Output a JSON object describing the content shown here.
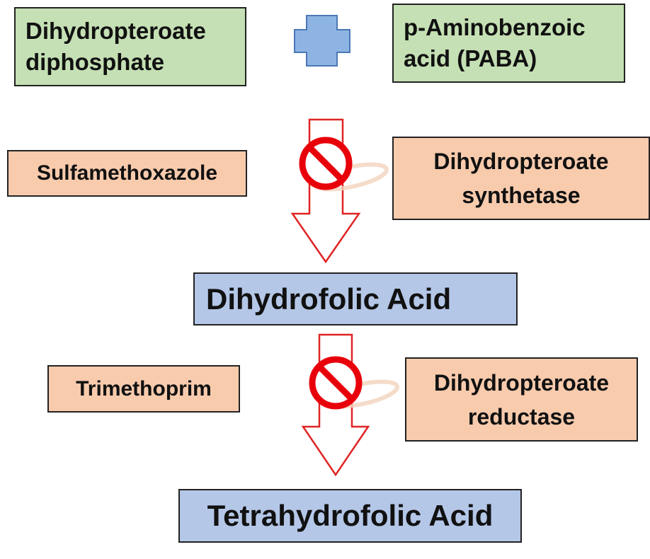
{
  "substrates": {
    "dihydropteroate_diphosphate": [
      "Dihydropteroate",
      "diphosphate"
    ],
    "paba": [
      "p-Aminobenzoic",
      "acid (PABA)"
    ]
  },
  "plus_icon": "plus-icon",
  "step1": {
    "drug": "Sulfamethoxazole",
    "enzyme": [
      "Dihydropteroate",
      "synthetase"
    ],
    "inhibit_icon": "prohibited-icon"
  },
  "intermediate": "Dihydrofolic Acid",
  "step2": {
    "drug": "Trimethoprim",
    "enzyme": [
      "Dihydropteroate",
      "reductase"
    ],
    "inhibit_icon": "prohibited-icon"
  },
  "product": "Tetrahydrofolic Acid",
  "colors": {
    "substrate_box": "#c5e0b4",
    "drug_enzyme_box": "#f8cbad",
    "product_box": "#b4c7e7",
    "plus": "#8eb4e3",
    "arrow_outline": "#e02424",
    "prohibit_red": "#e8000b"
  }
}
